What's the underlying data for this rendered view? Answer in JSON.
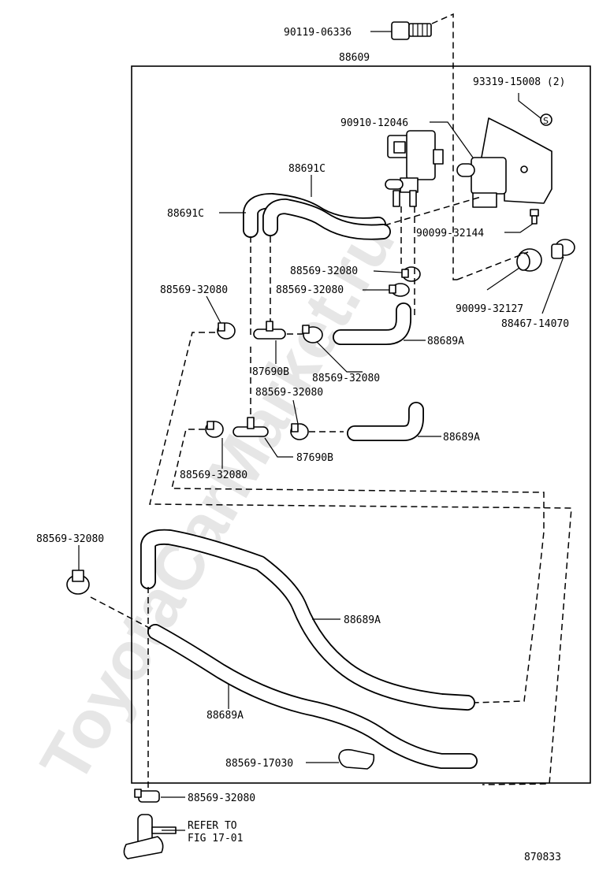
{
  "watermark": "ToyotaCarMarket.ru",
  "diagram_number": "870833",
  "refer_note": {
    "line1": "REFER TO",
    "line2": "FIG 17-01"
  },
  "labels": {
    "bolt": "90119-06336",
    "assembly": "88609",
    "nut": "93319-15008 (2)",
    "vsv": "90910-12046",
    "hose_upper_c": "88691C",
    "hose_left_c": "88691C",
    "clip_a": "88569-32080",
    "clip_b": "88569-32080",
    "clip_left": "88569-32080",
    "screw": "90099-32144",
    "hose_a1": "88689A",
    "joint_b1": "87690B",
    "clip_c": "88569-32080",
    "clip_d": "88569-32080",
    "grommet": "90099-32127",
    "cushion": "88467-14070",
    "hose_a2": "88689A",
    "joint_b2": "87690B",
    "clip_e": "88569-32080",
    "clip_outer": "88569-32080",
    "hose_a3": "88689A",
    "hose_a4": "88689A",
    "clip_f": "88569-17030",
    "clip_bottom": "88569-32080"
  }
}
